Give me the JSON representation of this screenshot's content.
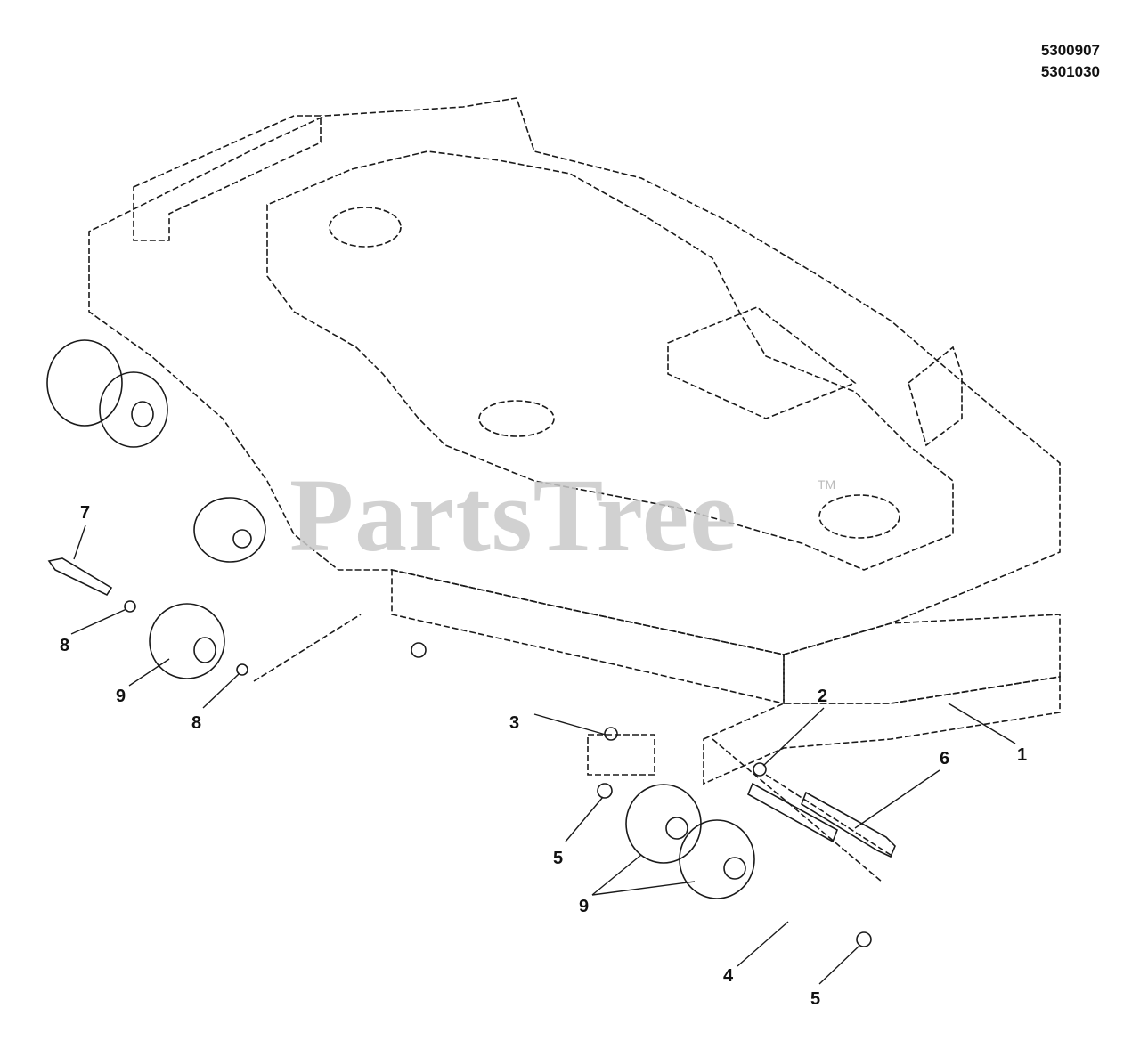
{
  "reference_numbers": [
    "5300907",
    "5301030"
  ],
  "watermark": {
    "text": "PartsTree",
    "mark": "TM"
  },
  "callouts": [
    {
      "id": "c1",
      "label": "1"
    },
    {
      "id": "c2",
      "label": "2"
    },
    {
      "id": "c3",
      "label": "3"
    },
    {
      "id": "c4",
      "label": "4"
    },
    {
      "id": "c5a",
      "label": "5"
    },
    {
      "id": "c5b",
      "label": "5"
    },
    {
      "id": "c6",
      "label": "6"
    },
    {
      "id": "c7",
      "label": "7"
    },
    {
      "id": "c8a",
      "label": "8"
    },
    {
      "id": "c8b",
      "label": "8"
    },
    {
      "id": "c9a",
      "label": "9"
    },
    {
      "id": "c9b",
      "label": "9"
    }
  ],
  "colors": {
    "line": "#1a1a1a",
    "watermark": "#c9c9c9",
    "background": "#ffffff"
  }
}
